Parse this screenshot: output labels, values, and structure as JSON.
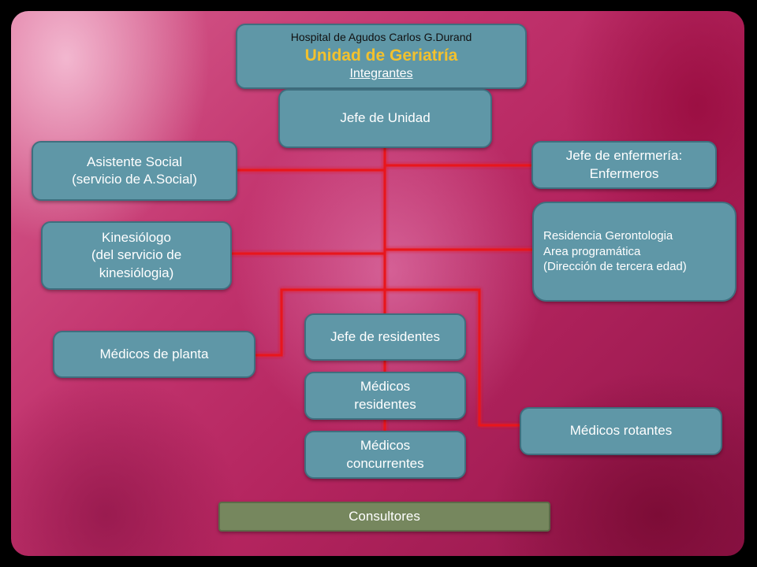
{
  "header": {
    "hospital": "Hospital de Agudos Carlos G.Durand",
    "unit": "Unidad de Geriatría",
    "subtitle": "Integrantes"
  },
  "nodes": {
    "jefe_unidad": "Jefe de Unidad",
    "asistente_social_1": "Asistente Social",
    "asistente_social_2": "(servicio de A.Social)",
    "jefe_enfermeria_1": "Jefe de enfermería:",
    "jefe_enfermeria_2": "Enfermeros",
    "kinesiologo_1": "Kinesiólogo",
    "kinesiologo_2": "(del servicio de",
    "kinesiologo_3": "kinesiólogia)",
    "residencia_1": "Residencia Gerontologia",
    "residencia_2": "Area programática",
    "residencia_3": "(Dirección de tercera edad)",
    "medicos_planta": "Médicos de planta",
    "jefe_residentes": "Jefe de residentes",
    "medicos_residentes_1": "Médicos",
    "medicos_residentes_2": "residentes",
    "medicos_concurrentes_1": "Médicos",
    "medicos_concurrentes_2": "concurrentes",
    "medicos_rotantes": "Médicos rotantes",
    "consultores": "Consultores"
  },
  "colors": {
    "box_fill": "#5f97a7",
    "consult_fill": "#76875e",
    "connector": "#e8141c",
    "title_accent": "#f2c12e"
  }
}
